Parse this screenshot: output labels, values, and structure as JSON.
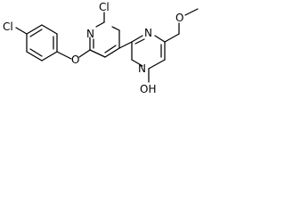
{
  "molecule": {
    "labels": {
      "cl_aryl": "Cl",
      "cl_pyridine": "Cl",
      "o_ether": "O",
      "n_pyridine": "N",
      "n_pyrimidine_1": "N",
      "n_pyrimidine_3": "N",
      "o_methoxy": "O",
      "oh": "OH"
    }
  }
}
